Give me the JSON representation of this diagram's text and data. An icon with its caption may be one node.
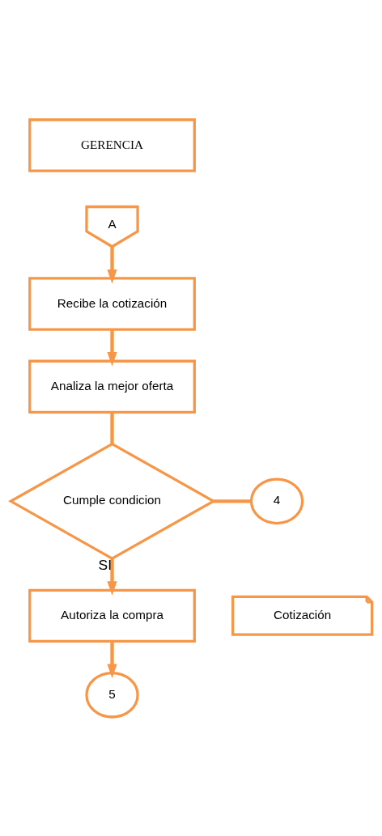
{
  "diagram": {
    "nodes": [
      {
        "text": [
          "GERENCIA"
        ]
      },
      {
        "text": [
          "A"
        ]
      },
      {
        "text": [
          "Recibe la cotización"
        ]
      },
      {
        "text": [
          "Analiza la mejor oferta"
        ]
      },
      {
        "text": [
          "Cumple condicion"
        ]
      },
      {
        "text": [
          "4"
        ]
      },
      {
        "text": [
          "Autoriza la compra"
        ]
      },
      {
        "text": [
          "Cotización"
        ]
      },
      {
        "text": [
          "5"
        ]
      }
    ],
    "edges": [
      {
        "from": 1,
        "to": 2,
        "arrow": "to"
      },
      {
        "from": 2,
        "to": 3,
        "arrow": "to"
      },
      {
        "from": 3,
        "to": 4,
        "arrow": "none"
      },
      {
        "from": 4,
        "to": 5,
        "arrow": "none"
      },
      {
        "from": 4,
        "to": 6,
        "arrow": "to",
        "label": "SI"
      },
      {
        "from": 6,
        "to": 8,
        "arrow": "to"
      }
    ]
  }
}
